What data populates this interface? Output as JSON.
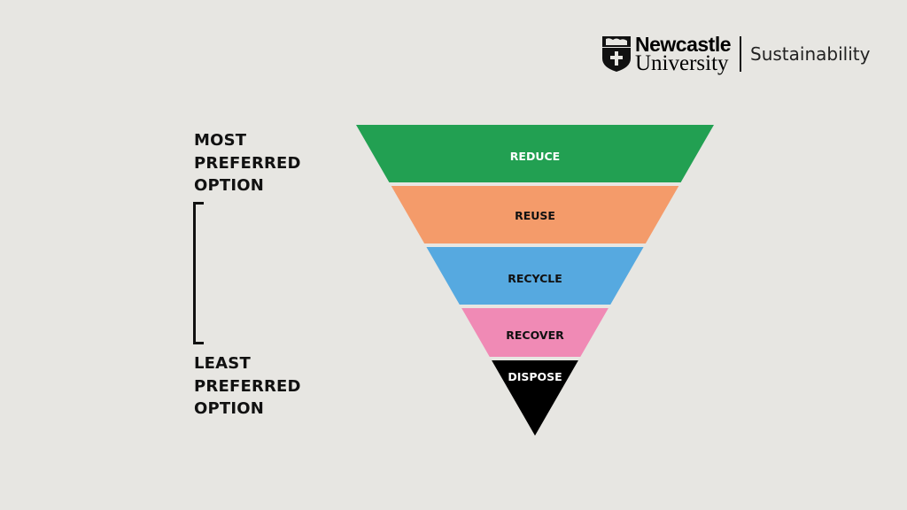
{
  "logo": {
    "line1": "Newcastle",
    "line2": "University",
    "unit": "Sustainability"
  },
  "labels": {
    "most": [
      "MOST",
      "PREFERRED",
      "OPTION"
    ],
    "least": [
      "LEAST",
      "PREFERRED",
      "OPTION"
    ]
  },
  "hierarchy": [
    {
      "label": "REDUCE",
      "color": "#22a052",
      "text_color": "#ffffff"
    },
    {
      "label": "REUSE",
      "color": "#f49b6a",
      "text_color": "#111111"
    },
    {
      "label": "RECYCLE",
      "color": "#56a9e0",
      "text_color": "#111111"
    },
    {
      "label": "RECOVER",
      "color": "#f08ab5",
      "text_color": "#111111"
    },
    {
      "label": "DISPOSE",
      "color": "#000000",
      "text_color": "#ffffff"
    }
  ]
}
